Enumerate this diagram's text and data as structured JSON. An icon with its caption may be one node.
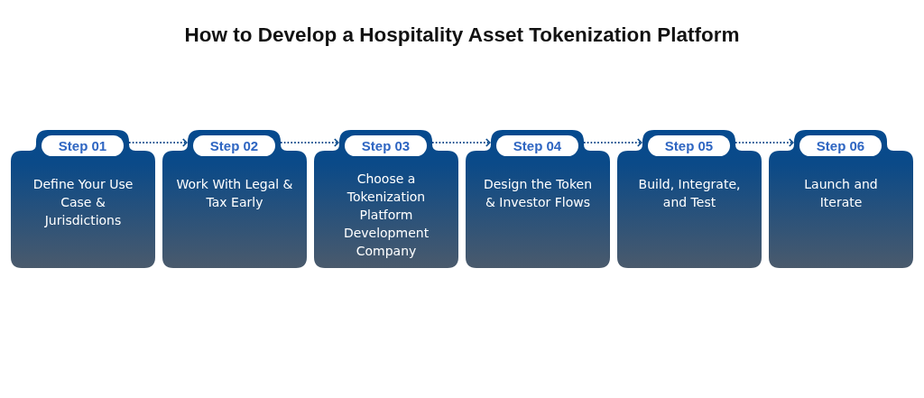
{
  "diagram": {
    "title": "How to Develop a Hospitality Asset Tokenization Platform",
    "nodes": [
      {
        "text": [
          "Step 01",
          "Define Your Use Case & Jurisdictions"
        ]
      },
      {
        "text": [
          "Step 02",
          "Work With Legal & Tax Early"
        ]
      },
      {
        "text": [
          "Step 03",
          "Choose a Tokenization Platform Development Company"
        ]
      },
      {
        "text": [
          "Step 04",
          "Design the Token & Investor Flows"
        ]
      },
      {
        "text": [
          "Step 05",
          "Build, Integrate, and Test"
        ]
      },
      {
        "text": [
          "Step 06",
          "Launch and Iterate"
        ]
      }
    ],
    "edges": [
      {
        "from": 0,
        "to": 1,
        "arrow": "to",
        "style": "dashed"
      },
      {
        "from": 1,
        "to": 2,
        "arrow": "to",
        "style": "dashed"
      },
      {
        "from": 2,
        "to": 3,
        "arrow": "to",
        "style": "dashed"
      },
      {
        "from": 3,
        "to": 4,
        "arrow": "to",
        "style": "dashed"
      },
      {
        "from": 4,
        "to": 5,
        "arrow": "to",
        "style": "dashed"
      }
    ]
  }
}
